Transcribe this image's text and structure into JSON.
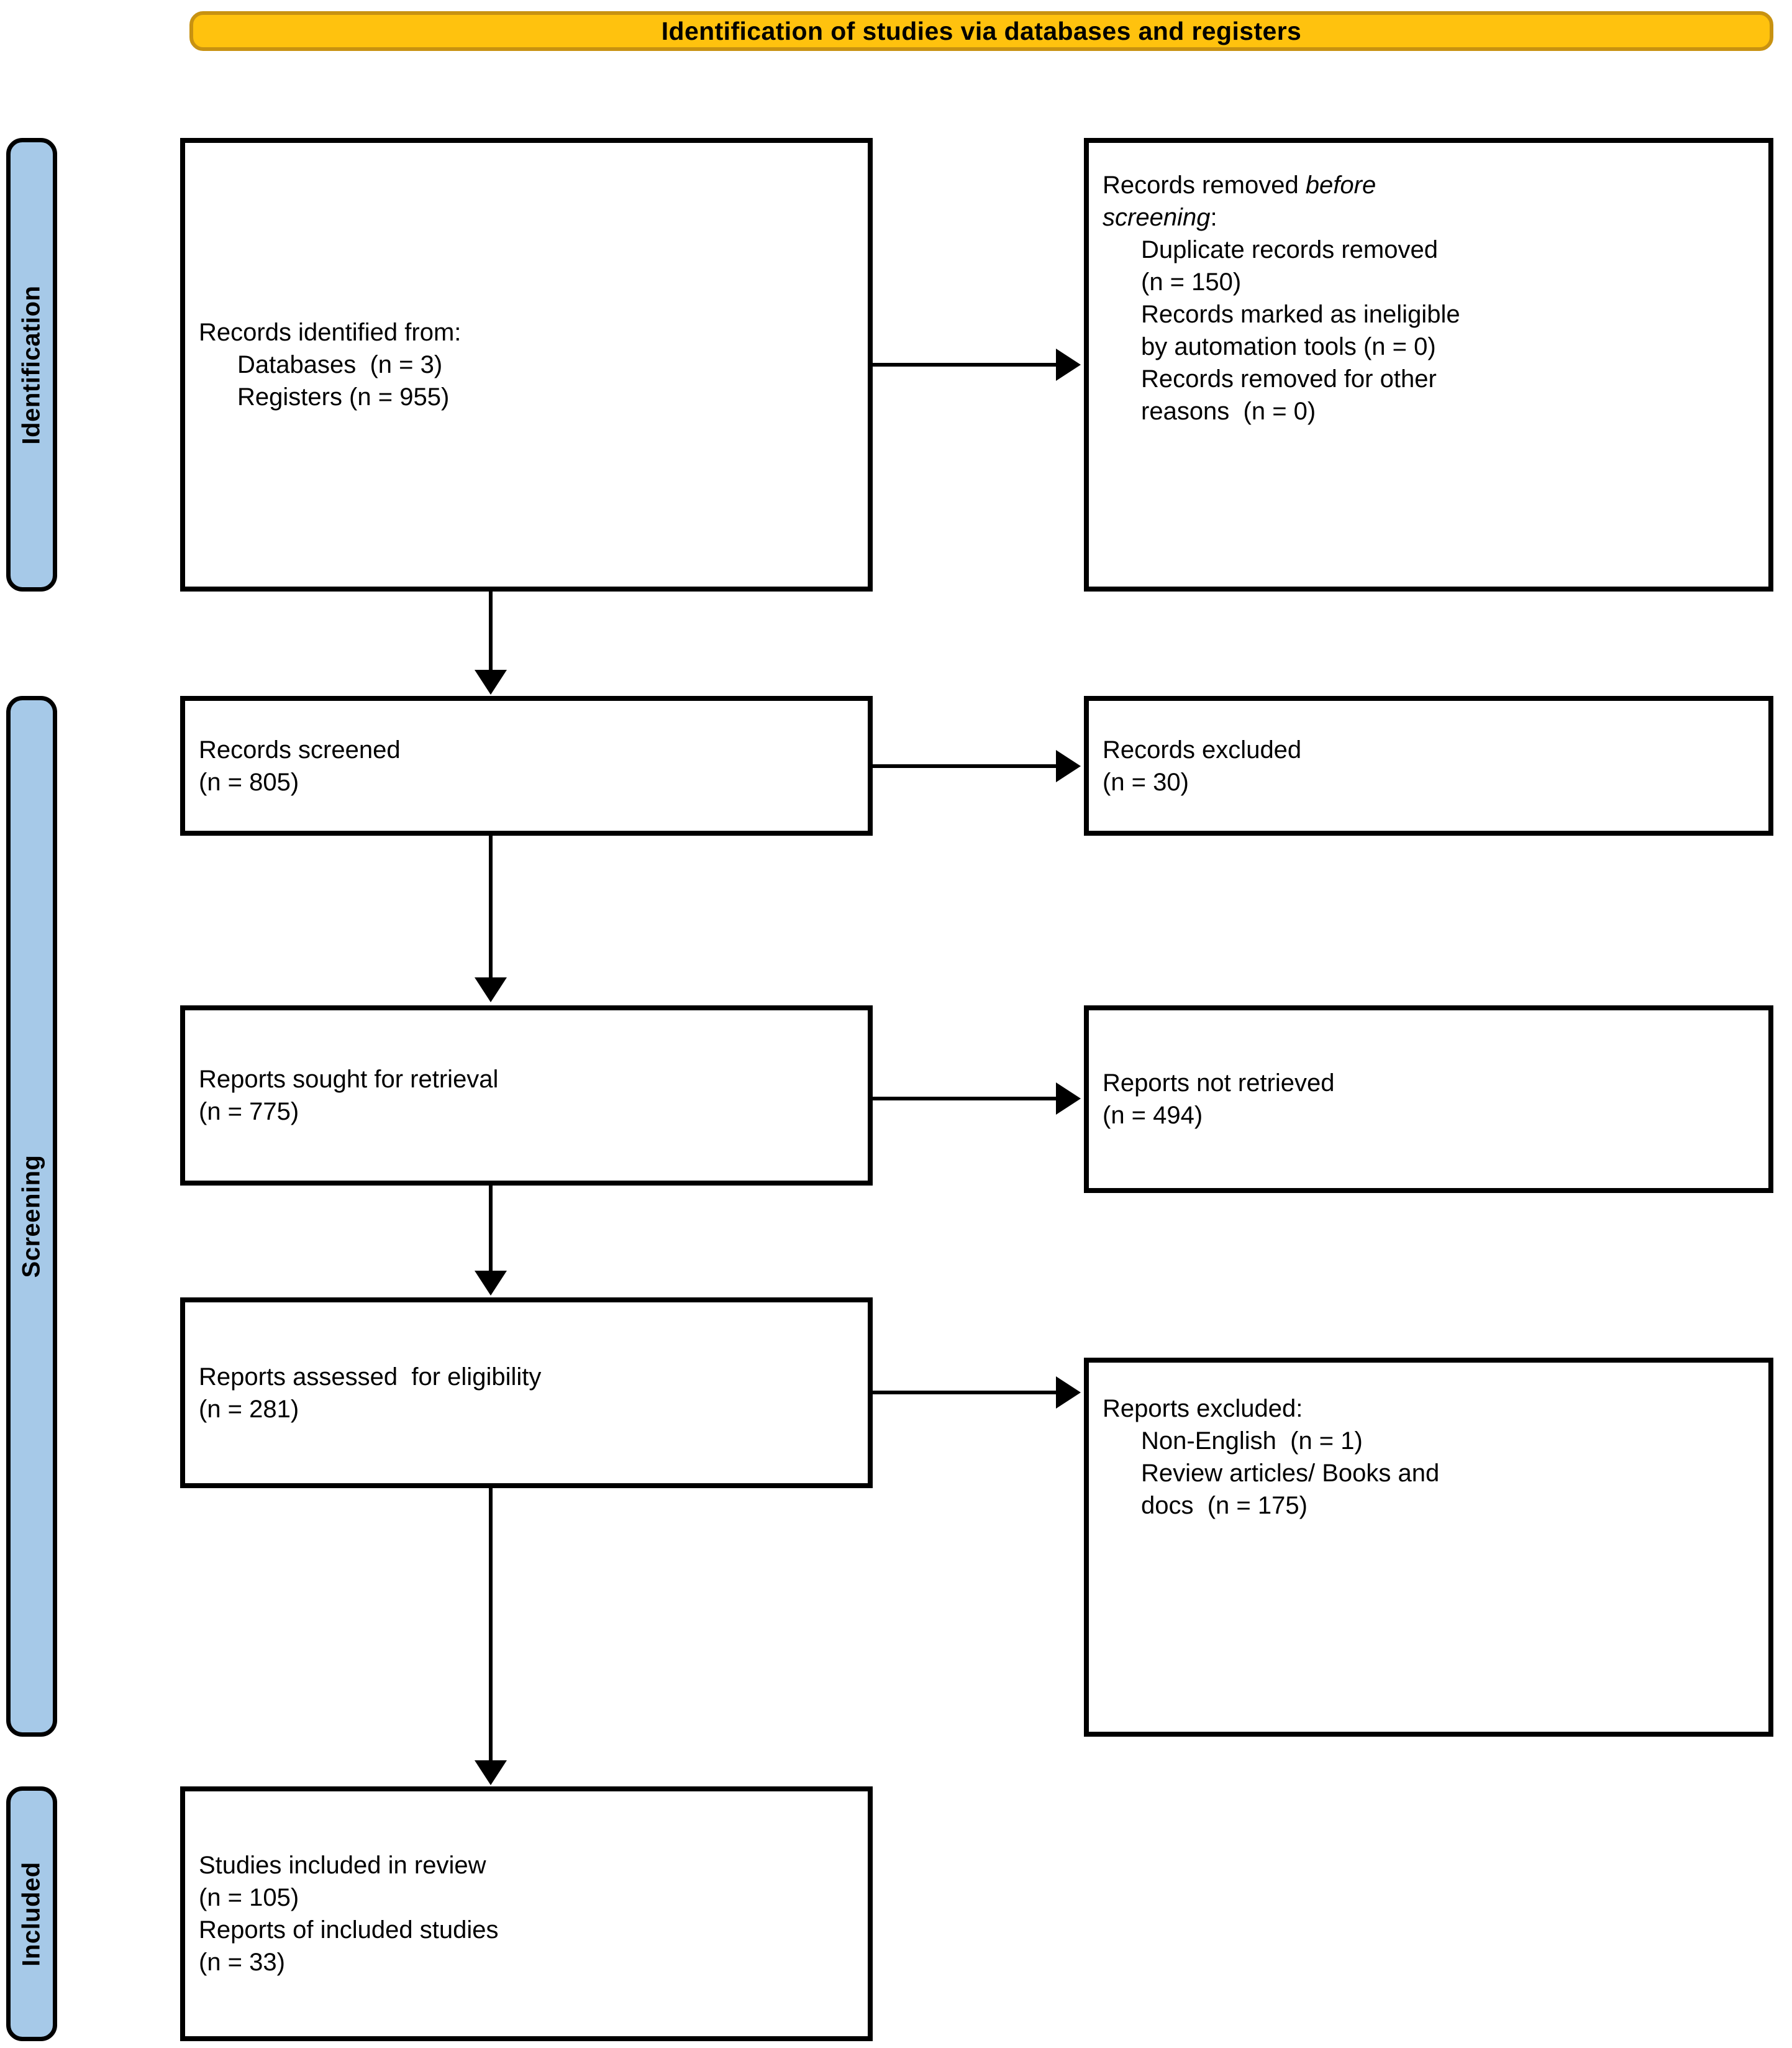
{
  "banner": {
    "title": "Identification of studies via databases and registers"
  },
  "stages": [
    {
      "id": "identification",
      "label": "Identification"
    },
    {
      "id": "screening",
      "label": "Screening"
    },
    {
      "id": "included",
      "label": "Included"
    }
  ],
  "colors": {
    "banner_fill": "#FFC20E",
    "banner_border": "#C89211",
    "stage_fill": "#A6C9E8",
    "box_border": "#000000",
    "box_fill": "#FFFFFF",
    "text": "#000000"
  },
  "boxes": {
    "records_identified": {
      "lines": [
        {
          "text": "Records identified from:",
          "indent": false,
          "italic": false
        },
        {
          "text": "Databases  (n = 3)",
          "indent": true,
          "italic": false
        },
        {
          "text": "Registers (n = 955)",
          "indent": true,
          "italic": false
        }
      ]
    },
    "records_removed": {
      "lines": [
        {
          "text": "Records removed ",
          "indent": false,
          "italic": false
        },
        {
          "text": "before",
          "indent": false,
          "italic": true
        },
        {
          "text": "screening",
          "indent": false,
          "italic": true
        },
        {
          "text": ":",
          "indent": false,
          "italic": false
        },
        {
          "text": "Duplicate records removed",
          "indent": true,
          "italic": false
        },
        {
          "text": "(n = 150)",
          "indent": true,
          "italic": false
        },
        {
          "text": "Records marked as ineligible",
          "indent": true,
          "italic": false
        },
        {
          "text": "by automation tools (n = 0)",
          "indent": true,
          "italic": false
        },
        {
          "text": "Records removed for other",
          "indent": true,
          "italic": false
        },
        {
          "text": "reasons  (n = 0)",
          "indent": true,
          "italic": false
        }
      ],
      "line1": "Records removed ",
      "line1_italic": "before",
      "line2_italic": "screening",
      "line2_tail": ":",
      "item1": "Duplicate records removed",
      "item1b": "(n = 150)",
      "item2": "Records marked as ineligible",
      "item2b": "by automation tools (n = 0)",
      "item3": "Records removed for other",
      "item3b": "reasons  (n = 0)"
    },
    "records_screened": {
      "line1": "Records screened",
      "line2": "(n = 805)"
    },
    "records_excluded": {
      "line1": "Records excluded",
      "line2": "(n = 30)"
    },
    "reports_sought": {
      "line1": "Reports sought for retrieval",
      "line2": "(n = 775)"
    },
    "reports_not_retrieved": {
      "line1": "Reports not retrieved",
      "line2": "(n = 494)"
    },
    "reports_assessed": {
      "line1": "Reports assessed  for eligibility",
      "line2": "(n = 281)"
    },
    "reports_excluded": {
      "line1": "Reports excluded:",
      "item1": "Non-English  (n = 1)",
      "item2": "Review articles/ Books and",
      "item2b": "docs  (n = 175)"
    },
    "studies_included": {
      "line1": "Studies included in review",
      "line2": "(n = 105)",
      "line3": "Reports of included studies",
      "line4": "(n = 33)"
    }
  },
  "flow": {
    "counts": {
      "databases": 3,
      "registers": 955,
      "duplicates_removed": 150,
      "ineligible_automation": 0,
      "removed_other": 0,
      "records_screened": 805,
      "records_excluded": 30,
      "reports_sought": 775,
      "reports_not_retrieved": 494,
      "reports_assessed": 281,
      "excluded_non_english": 1,
      "excluded_reviews_books": 175,
      "studies_included": 105,
      "reports_included": 33
    }
  }
}
